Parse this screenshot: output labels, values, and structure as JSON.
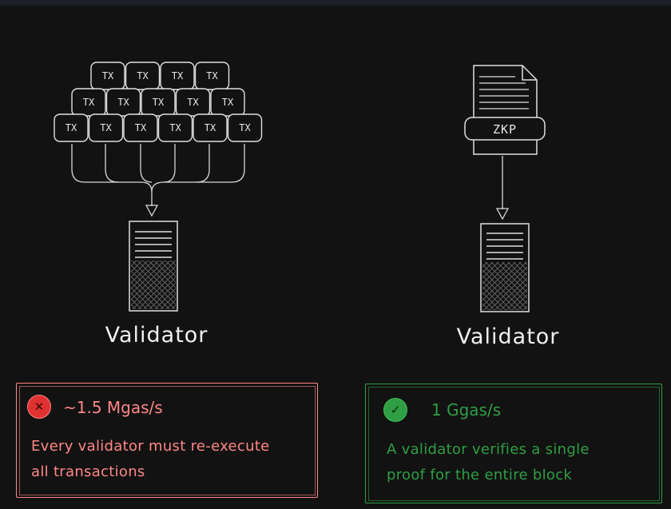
{
  "left": {
    "tx_rows": [
      [
        "TX",
        "TX",
        "TX",
        "TX"
      ],
      [
        "TX",
        "TX",
        "TX",
        "TX",
        "TX"
      ],
      [
        "TX",
        "TX",
        "TX",
        "TX",
        "TX",
        "TX"
      ]
    ],
    "validator_label": "Validator",
    "card": {
      "icon": "x-circle-icon",
      "title": "~1.5 Mgas/s",
      "desc_line1": "Every validator must re-execute",
      "desc_line2": "all transactions",
      "color": "#ff8787"
    }
  },
  "right": {
    "doc_label": "ZKP",
    "validator_label": "Validator",
    "card": {
      "icon": "check-circle-icon",
      "title": "1 Ggas/s",
      "desc_line1": "A validator verifies a single",
      "desc_line2": "proof for the entire block",
      "color": "#2f9e44"
    }
  }
}
